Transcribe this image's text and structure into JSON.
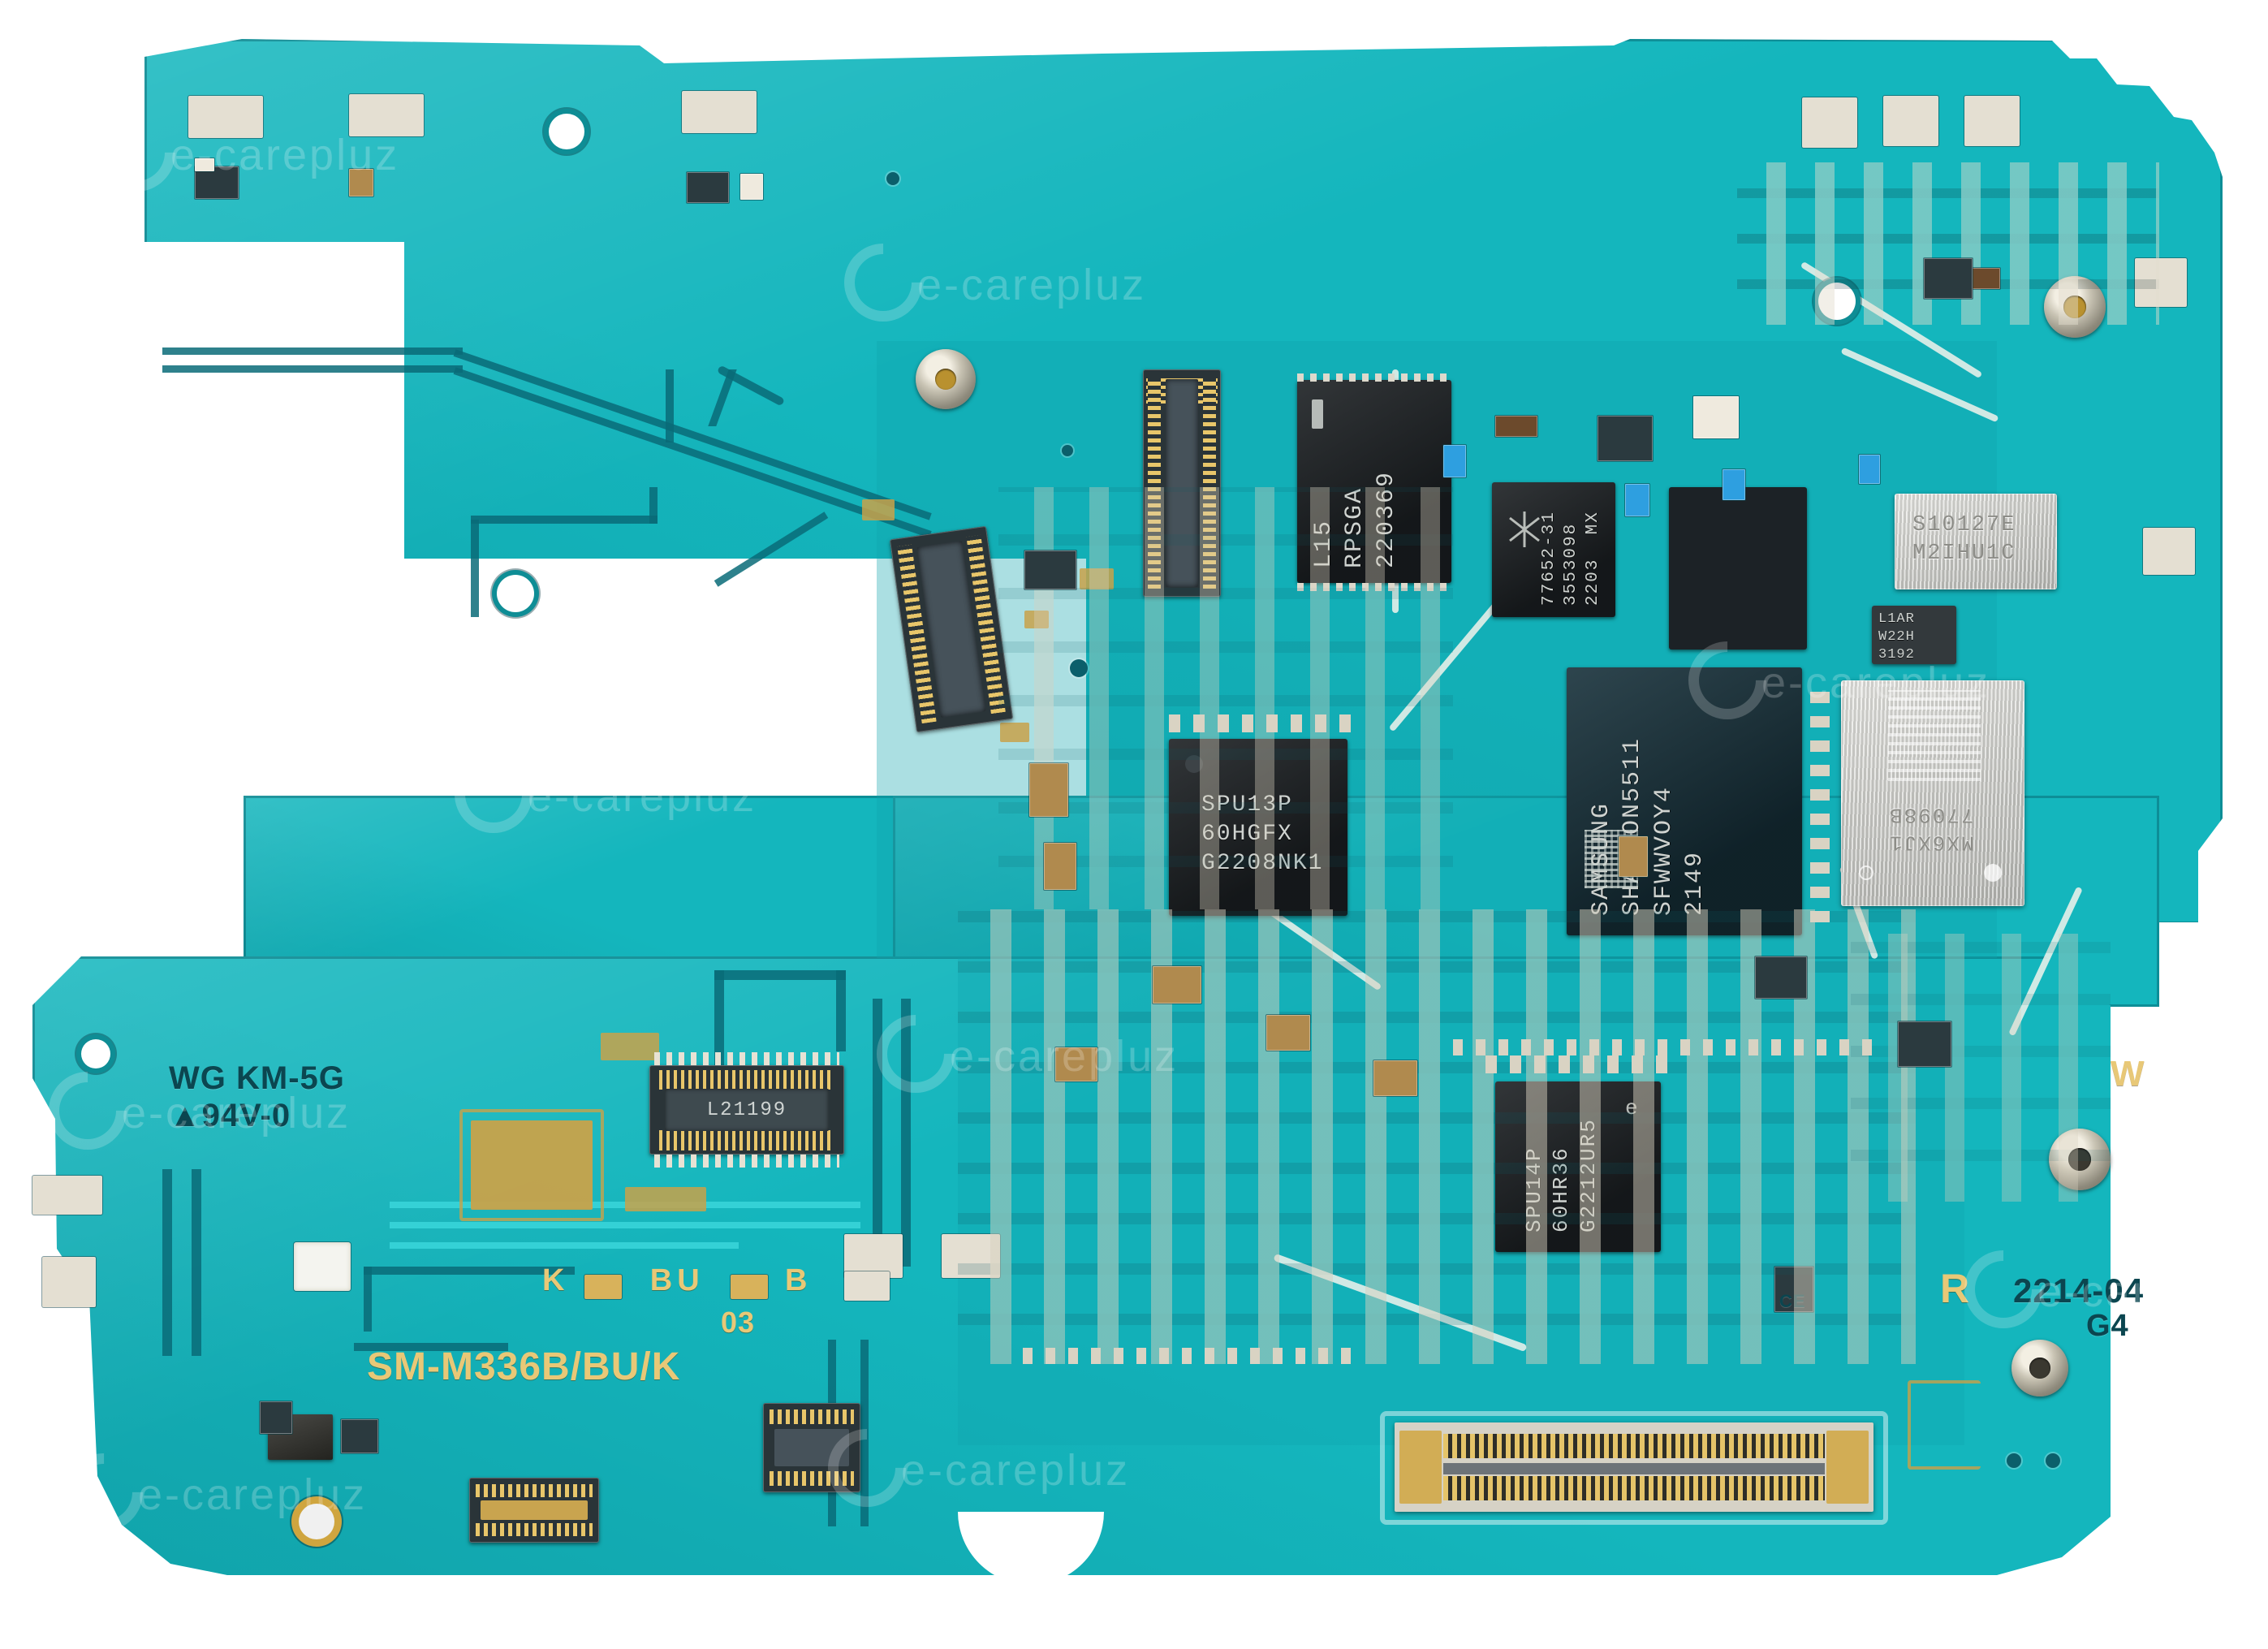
{
  "image": {
    "subject": "Samsung Galaxy M33 5G mainboard (PCB) — component side",
    "background_color": "#ffffff",
    "pcb_color": "#14b6bd"
  },
  "watermark": {
    "text": "e-carepluz",
    "repeat_count": 9
  },
  "silkscreen": [
    {
      "id": "ul-flame-1",
      "text": "WG KM-5G",
      "color": "dark"
    },
    {
      "id": "ul-flame-2",
      "text": "▲94V-0",
      "color": "dark"
    },
    {
      "id": "model",
      "text": "SM-M336B/BU/K",
      "color": "gold"
    },
    {
      "id": "test-row",
      "text": "K      BU      B",
      "color": "gold"
    },
    {
      "id": "rev-03",
      "text": "03",
      "color": "gold"
    },
    {
      "id": "marker-r",
      "text": "R",
      "color": "gold"
    },
    {
      "id": "marker-w",
      "text": "W",
      "color": "gold"
    },
    {
      "id": "date-code",
      "text": "2214-04",
      "color": "dark"
    },
    {
      "id": "date-code-2",
      "text": "G4",
      "color": "dark"
    },
    {
      "id": "ce-mark",
      "text": "CE",
      "color": "dark"
    }
  ],
  "components": [
    {
      "id": "u-rpsga",
      "type": "ic",
      "package": "QFN",
      "marking_lines": [
        "L15",
        "RPSGA",
        "220369"
      ],
      "rotation": 90
    },
    {
      "id": "u-skyworks",
      "type": "ic",
      "package": "QFN",
      "marking_lines": [
        "77652-31",
        "3553098",
        "2203  MX"
      ],
      "logo": "skyworks-starburst",
      "rotation": 90
    },
    {
      "id": "u-shannon5511",
      "type": "ic",
      "package": "BGA",
      "marking_lines": [
        "SAMSUNG",
        "SHANNON5511",
        "SFWWVOY4",
        "2149"
      ],
      "rotation": 90
    },
    {
      "id": "u-spu13p",
      "type": "ic",
      "package": "BGA",
      "marking_lines": [
        "SPU13P",
        "60HGFX",
        "G2208NK1"
      ],
      "rotation": 0
    },
    {
      "id": "u-spu14p",
      "type": "ic",
      "package": "BGA",
      "marking_lines": [
        "SPU14P",
        "60HR36",
        "G2212UR5"
      ],
      "rotation": 90
    },
    {
      "id": "u-s10127e",
      "type": "shield",
      "marking_lines": [
        "S10127E",
        "M2IHU1C"
      ],
      "rotation": 0
    },
    {
      "id": "u-l1ar",
      "type": "ic",
      "package": "SON",
      "marking_lines": [
        "L1AR",
        "W22H",
        "3192"
      ],
      "rotation": 0
    },
    {
      "id": "u-wifi-shield",
      "type": "shield",
      "marking_lines": [
        "MX6XJ1",
        "77098B"
      ],
      "rotation": 180
    },
    {
      "id": "u-dark-module",
      "type": "ic",
      "package": "module",
      "marking_lines": [],
      "rotation": 0
    }
  ],
  "connectors": [
    {
      "id": "bt-b-main",
      "type": "board-to-board",
      "label": ""
    },
    {
      "id": "bt-b-l21199",
      "type": "board-to-board",
      "label": "L21199"
    },
    {
      "id": "fpc-display",
      "type": "fpc",
      "label": ""
    },
    {
      "id": "bt-b-small-1",
      "type": "board-to-board",
      "label": ""
    },
    {
      "id": "bt-b-small-2",
      "type": "board-to-board",
      "label": ""
    },
    {
      "id": "bt-b-small-3",
      "type": "board-to-board",
      "label": ""
    }
  ],
  "rf_sockets": [
    {
      "id": "coax-top-left"
    },
    {
      "id": "coax-top-right"
    },
    {
      "id": "coax-mid-left"
    },
    {
      "id": "coax-right-1"
    },
    {
      "id": "coax-right-2"
    }
  ],
  "mount_holes": [
    {
      "id": "hole-top-left"
    },
    {
      "id": "hole-mid-left"
    },
    {
      "id": "hole-top-right"
    },
    {
      "id": "hole-bottom-left-a"
    },
    {
      "id": "hole-bottom-left-gold"
    }
  ]
}
